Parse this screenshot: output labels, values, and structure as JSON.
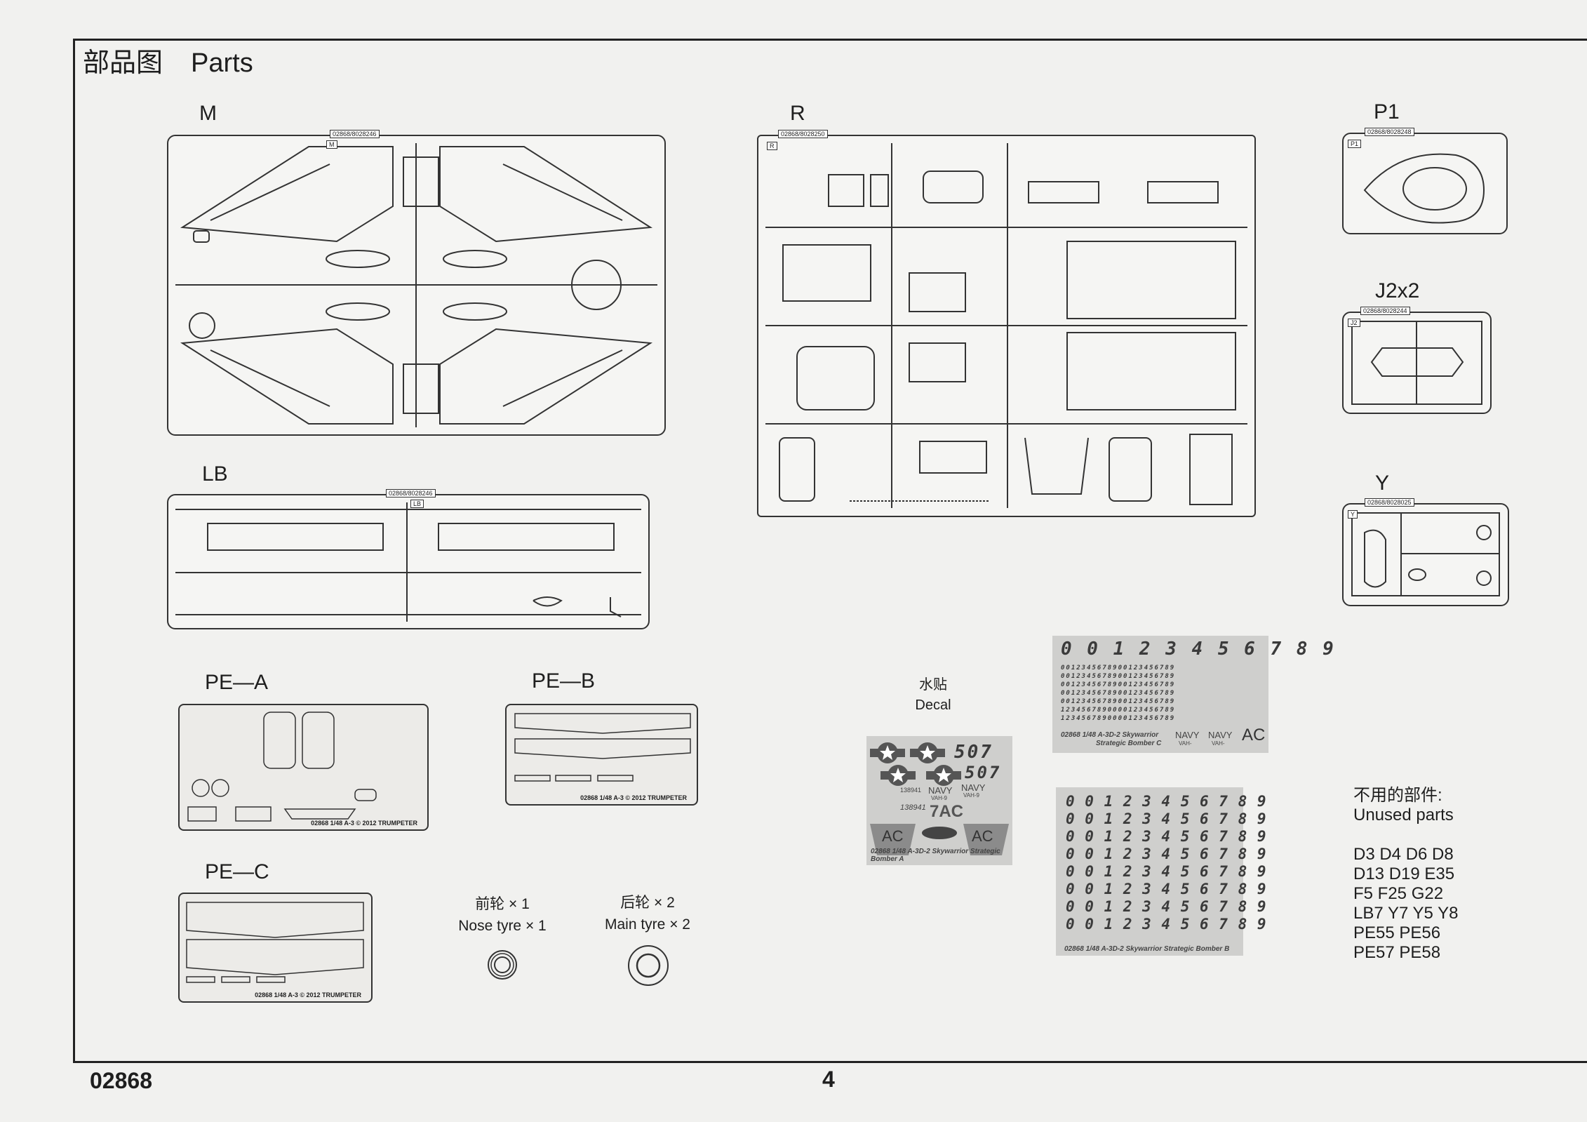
{
  "header": {
    "title_cn": "部品图",
    "title_en": "Parts"
  },
  "sprues": {
    "M": {
      "label": "M",
      "code": "02868/8028246",
      "tag": "M"
    },
    "R": {
      "label": "R",
      "code": "02868/8028250",
      "tag": "R"
    },
    "P1": {
      "label": "P1",
      "code": "02868/8028248",
      "tag": "P1"
    },
    "J2": {
      "label": "J2x2",
      "code": "02868/8028244",
      "tag": "J2"
    },
    "Y": {
      "label": "Y",
      "code": "02868/8028025",
      "tag": "Y"
    },
    "LB": {
      "label": "LB",
      "code": "02868/8028246",
      "tag": "LB"
    }
  },
  "photo_etch": {
    "A": {
      "label": "PE—A",
      "caption": "02868 1/48 A-3 © 2012 TRUMPETER"
    },
    "B": {
      "label": "PE—B",
      "caption": "02868 1/48 A-3 © 2012 TRUMPETER"
    },
    "C": {
      "label": "PE—C",
      "caption": "02868 1/48 A-3 © 2012 TRUMPETER"
    }
  },
  "decal": {
    "label_cn": "水贴",
    "label_en": "Decal",
    "sheet_a": {
      "caption": "02868 1/48 A-3D-2 Skywarrior Strategic Bomber A",
      "codes": [
        "507",
        "507"
      ],
      "navy": [
        "NAVY",
        "NAVY"
      ],
      "squadron": [
        "VAH-9",
        "VAH-9"
      ],
      "serials": [
        "138941",
        "138941"
      ],
      "tail": "7AC",
      "fins": [
        "AC",
        "AC"
      ]
    },
    "sheet_b": {
      "caption": "02868 1/48 A-3D-2 Skywarrior Strategic Bomber B",
      "rows": [
        "0 0 1 2 3 4 5 6 7 8 9",
        "0 0 1 2 3 4 5 6 7 8 9",
        "0 0 1 2 3 4 5 6 7 8 9",
        "0 0 1 2 3 4 5 6 7 8 9",
        "0 0 1 2 3 4 5 6 7 8 9",
        "0 0 1 2 3 4 5 6 7 8 9",
        "0 0 1 2 3 4 5 6 7 8 9",
        "0 0 1 2 3 4 5 6 7 8 9"
      ]
    },
    "sheet_c": {
      "caption_1": "02868 1/48 A-3D-2 Skywarrior",
      "caption_2": "Strategic Bomber C",
      "big_row": "0 0 1 2 3 4 5 6 7 8 9",
      "small_rows": [
        "0012345678900123456789",
        "0012345678900123456789",
        "0012345678900123456789",
        "0012345678900123456789",
        "0012345678900123456789",
        "1234567890000123456789",
        "1234567890000123456789"
      ],
      "navy": [
        "NAVY",
        "NAVY"
      ],
      "squadron": [
        "VAH-",
        "VAH-"
      ],
      "fin": "AC"
    }
  },
  "tyres": {
    "nose": {
      "label_cn": "前轮 × 1",
      "label_en": "Nose tyre × 1"
    },
    "main": {
      "label_cn": "后轮 × 2",
      "label_en": "Main tyre × 2"
    }
  },
  "unused": {
    "title_cn": "不用的部件:",
    "title_en": "Unused parts",
    "lines": [
      "D3 D4 D6 D8",
      "D13 D19 E35",
      "F5 F25 G22",
      "LB7 Y7 Y5 Y8",
      "PE55 PE56",
      "PE57 PE58"
    ]
  },
  "footer": {
    "code": "02868",
    "page": "4"
  }
}
